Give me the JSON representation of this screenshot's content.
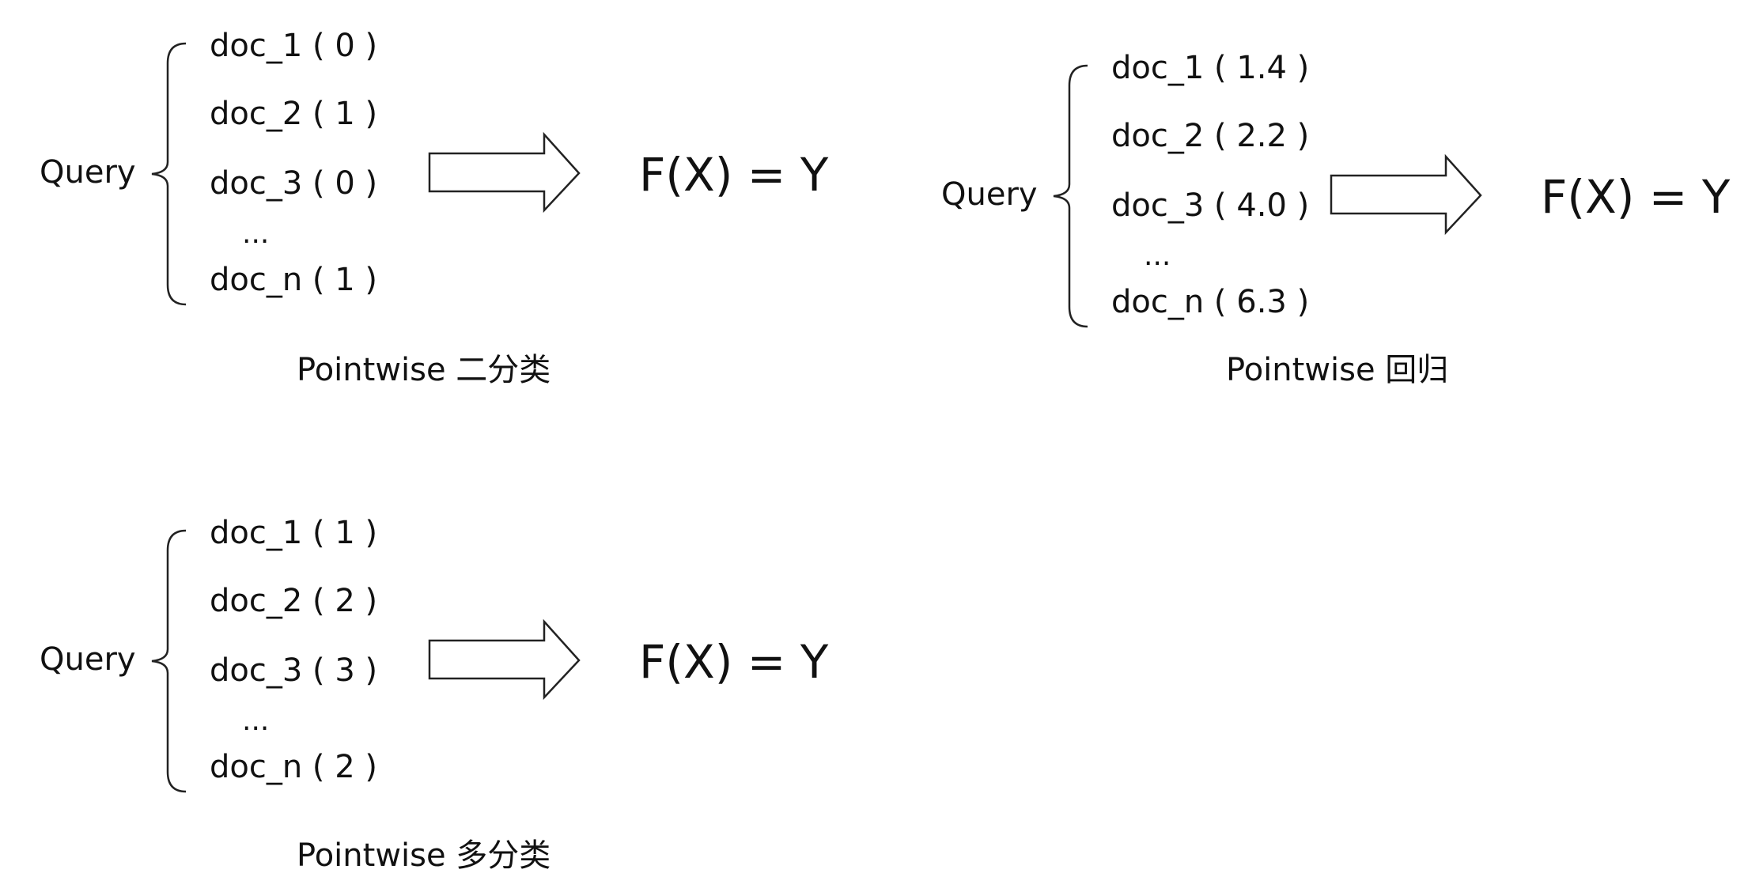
{
  "panels": [
    {
      "query_label": "Query",
      "docs": [
        "doc_1 ( 0 )",
        "doc_2 ( 1 )",
        "doc_3 ( 0 )",
        "...",
        "doc_n ( 1 )"
      ],
      "formula": "F(X) = Y",
      "caption": "Pointwise 二分类"
    },
    {
      "query_label": "Query",
      "docs": [
        "doc_1 ( 1.4 )",
        "doc_2 ( 2.2 )",
        "doc_3 ( 4.0 )",
        "...",
        "doc_n ( 6.3 )"
      ],
      "formula": "F(X) = Y",
      "caption": "Pointwise 回归"
    },
    {
      "query_label": "Query",
      "docs": [
        "doc_1 ( 1 )",
        "doc_2 ( 2 )",
        "doc_3 ( 3 )",
        "...",
        "doc_n ( 2 )"
      ],
      "formula": "F(X) = Y",
      "caption": "Pointwise 多分类"
    }
  ]
}
